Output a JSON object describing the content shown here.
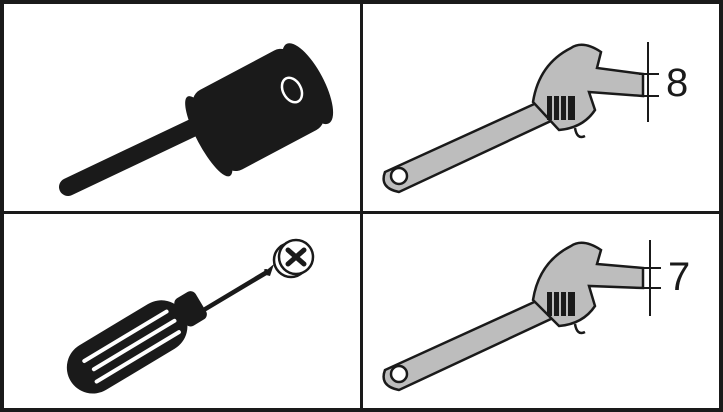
{
  "panels": [
    {
      "tool": "rubber-mallet"
    },
    {
      "tool": "adjustable-wrench",
      "dimension_label": "8"
    },
    {
      "tool": "phillips-screwdriver"
    },
    {
      "tool": "adjustable-wrench",
      "dimension_label": "7"
    }
  ],
  "colors": {
    "border": "#1a1a1a",
    "tool_dark": "#1a1a1a",
    "wrench_fill": "#bdbdbd",
    "background": "#ffffff"
  }
}
